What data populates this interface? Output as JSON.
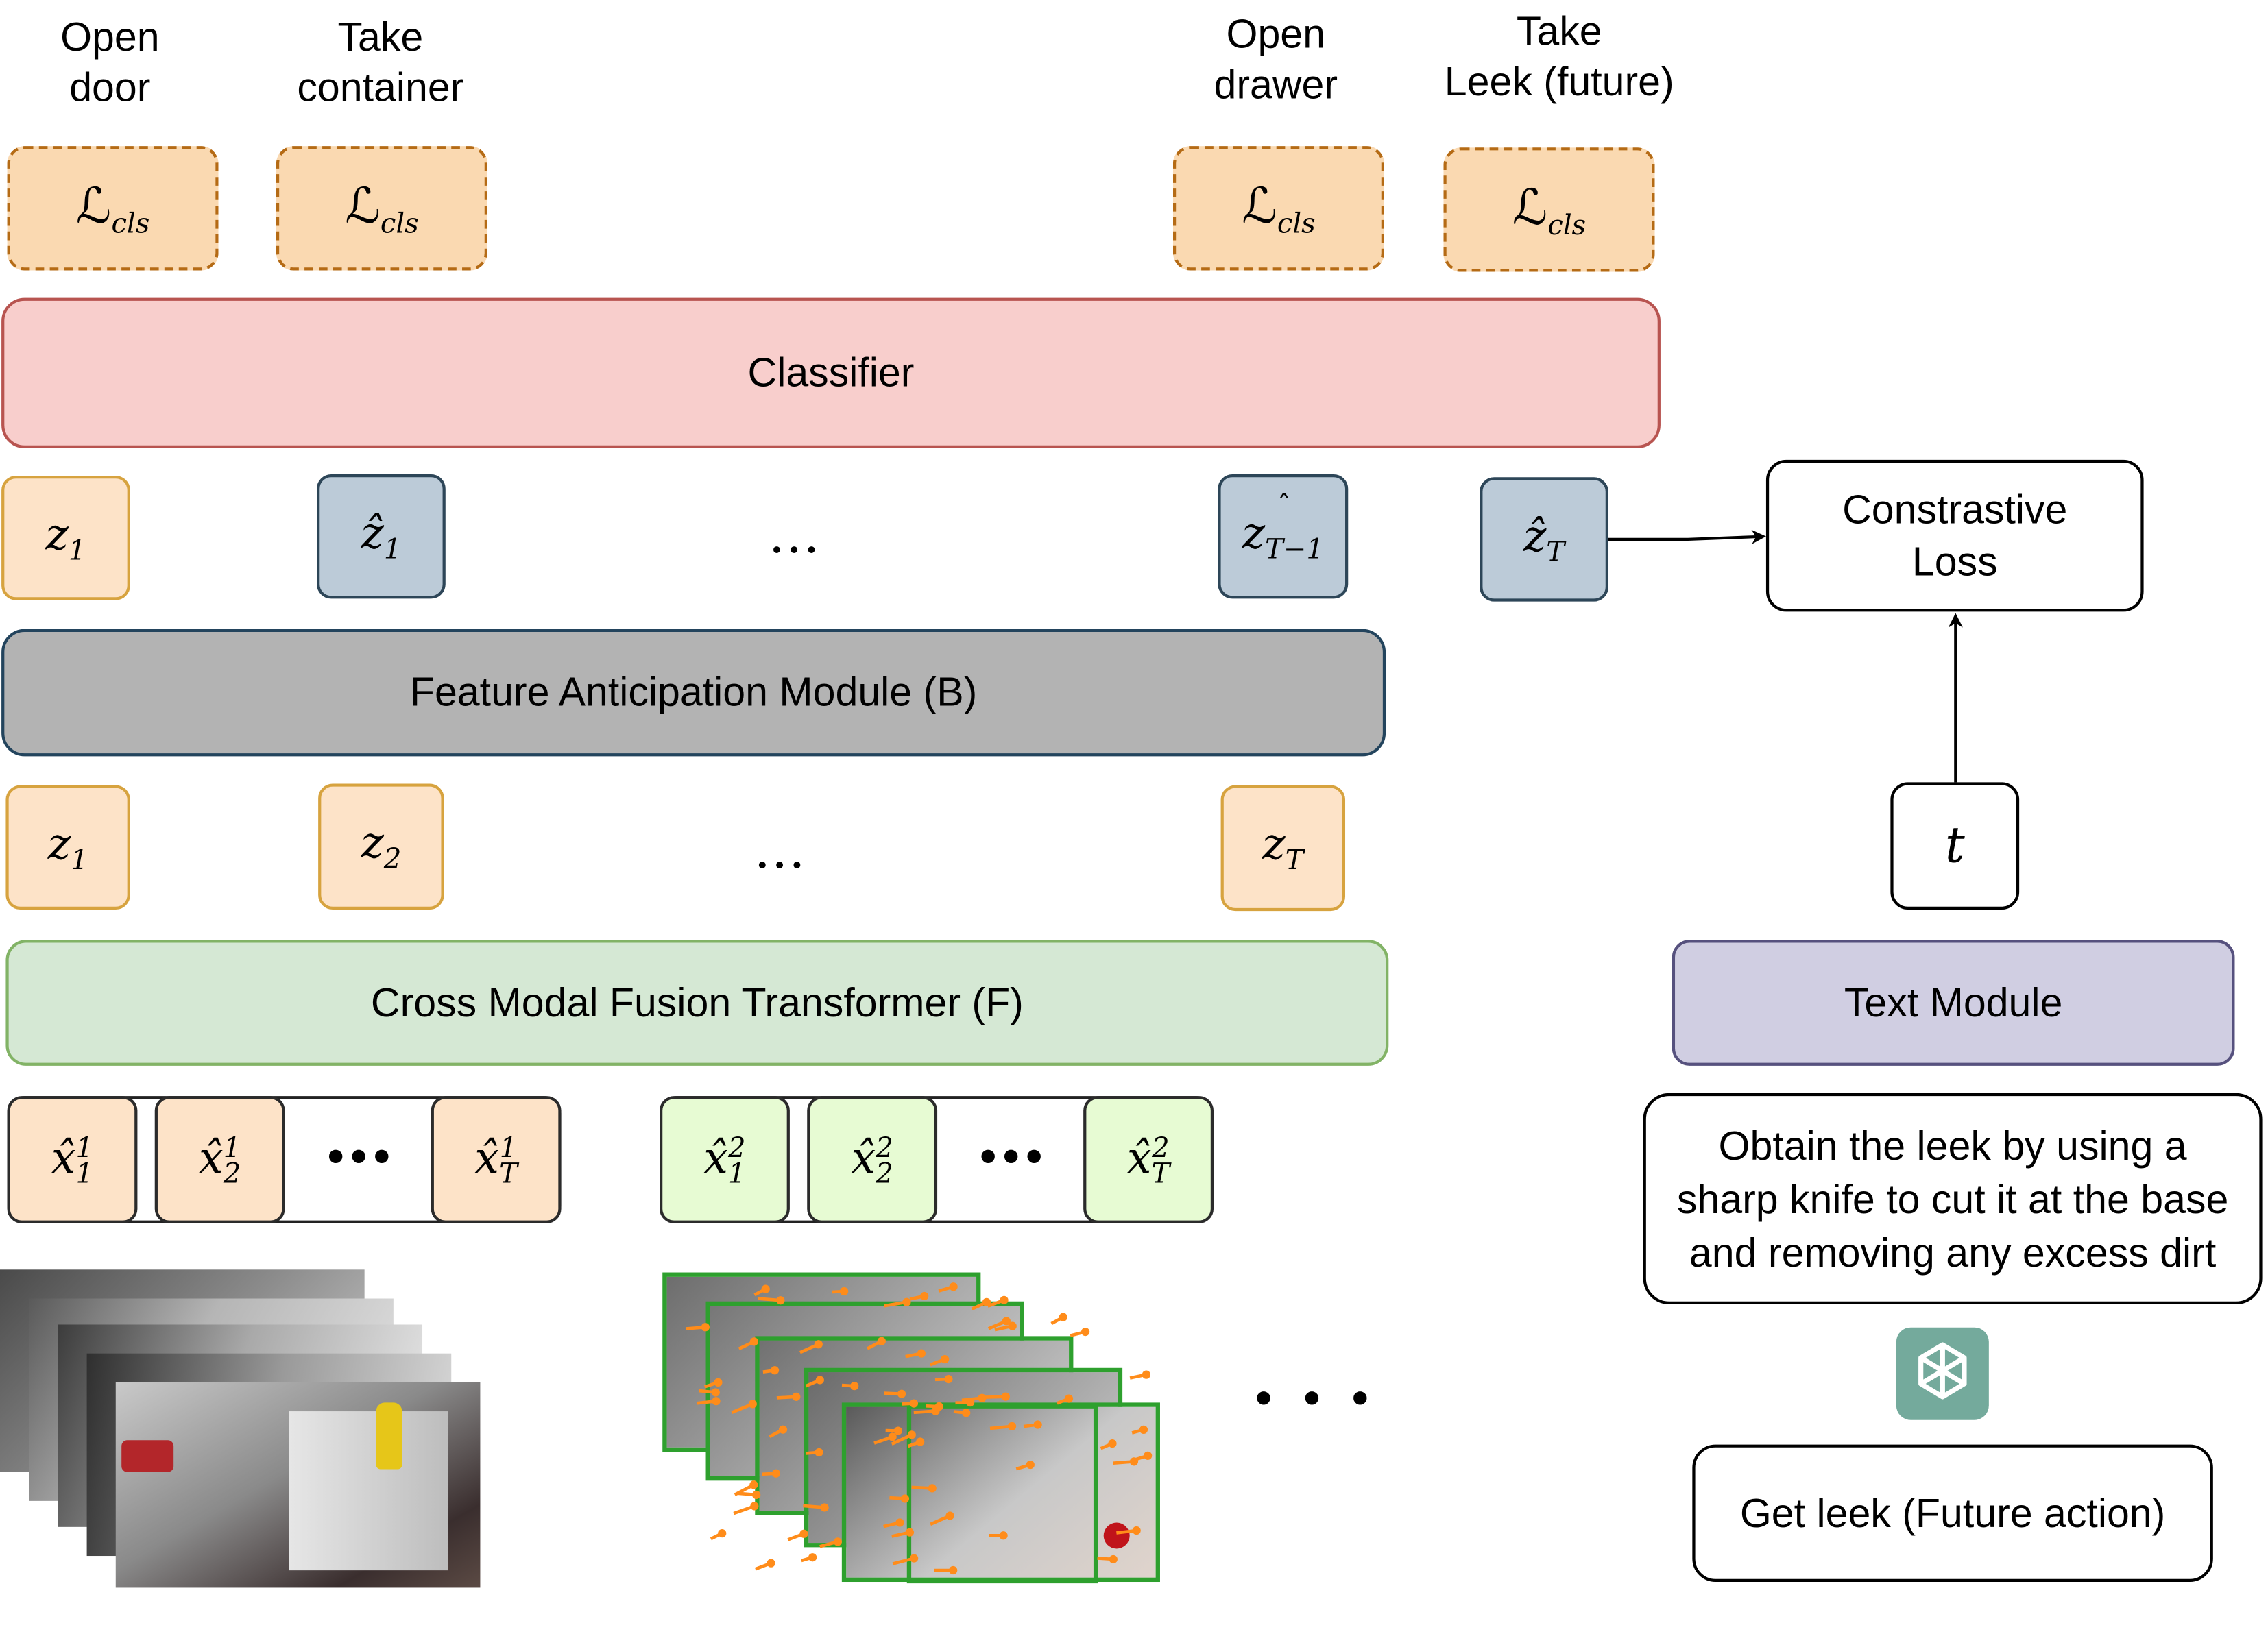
{
  "labels": {
    "open_door": "Open\ndoor",
    "take_container": "Take\ncontainer",
    "open_drawer": "Open\ndrawer",
    "take_leek": "Take\nLeek (future)"
  },
  "loss_symbol": "ℒ",
  "loss_sub": "cls",
  "classifier": "Classifier",
  "anticipated_row": {
    "z1": {
      "base": "z",
      "sub": "1"
    },
    "z1_hat": {
      "base": "ẑ",
      "sub": "1"
    },
    "dots": "…",
    "zT1_hat": {
      "base": "z",
      "sub": "T−1"
    },
    "zT_hat": {
      "base": "ẑ",
      "sub": "T"
    }
  },
  "feature_module": "Feature Anticipation Module (B)",
  "fused_row": {
    "z1": {
      "base": "z",
      "sub": "1"
    },
    "z2": {
      "base": "z",
      "sub": "2"
    },
    "dots": "…",
    "zT": {
      "base": "z",
      "sub": "T"
    }
  },
  "fusion": "Cross Modal Fusion Transformer (F)",
  "rgb_tokens": [
    {
      "base": "x̂",
      "sub": "1",
      "sup": "1"
    },
    {
      "base": "x̂",
      "sub": "2",
      "sup": "1"
    },
    {
      "base": "x̂",
      "sub": "T",
      "sup": "1"
    }
  ],
  "flow_tokens": [
    {
      "base": "x̂",
      "sub": "1",
      "sup": "2"
    },
    {
      "base": "x̂",
      "sub": "2",
      "sup": "2"
    },
    {
      "base": "x̂",
      "sub": "T",
      "sup": "2"
    }
  ],
  "token_dots": "•••",
  "modality_dots": "• • •",
  "contrastive": "Constrastive\nLoss",
  "text_token": "t",
  "text_module": "Text Module",
  "description": "Obtain the leek by using a\nsharp knife to cut it at the base\nand removing any excess dirt",
  "future_action": "Get leek (Future action)",
  "icons": [
    "openai-logo-icon"
  ],
  "colors": {
    "classifier_fill": "#f8cecc",
    "classifier_border": "#b85450",
    "feature_fill": "#b3b3b3",
    "feature_border": "#23445d",
    "fusion_fill": "#d5e8d4",
    "fusion_border": "#82b366",
    "text_module_fill": "#d0cee2",
    "text_module_border": "#56517e",
    "loss_fill": "#fad9b1",
    "openai_green": "#74aa9c",
    "flow_arrow": "#ff8c1a",
    "bbox_green": "#2ea02e"
  }
}
